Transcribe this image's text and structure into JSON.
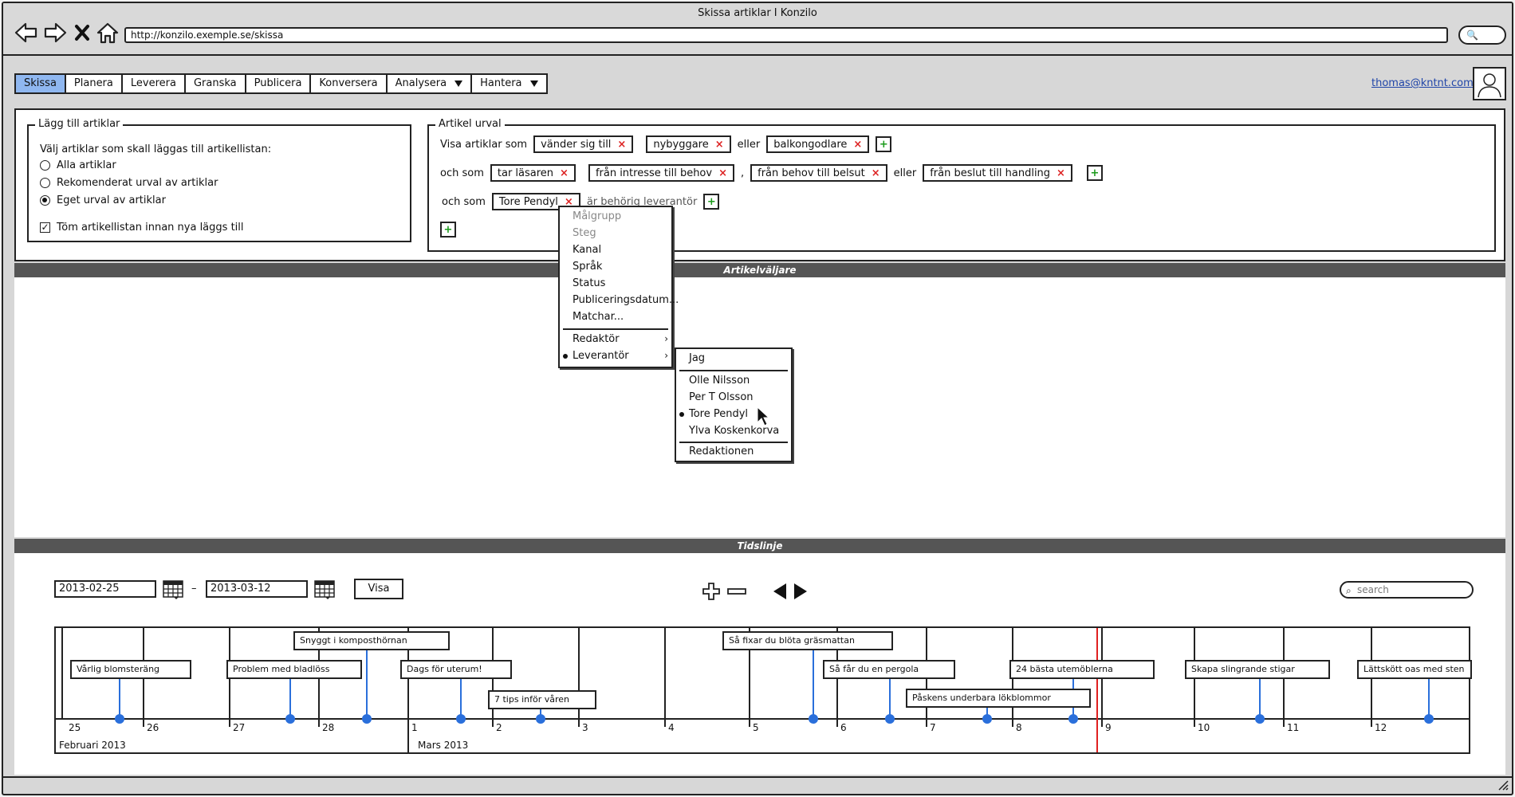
{
  "window": {
    "title": "Skissa artiklar I Konzilo"
  },
  "browser": {
    "url": "http://konzilo.exemple.se/skissa"
  },
  "nav": {
    "tabs": [
      {
        "label": "Skissa",
        "active": true
      },
      {
        "label": "Planera"
      },
      {
        "label": "Leverera"
      },
      {
        "label": "Granska"
      },
      {
        "label": "Publicera"
      },
      {
        "label": "Konversera"
      },
      {
        "label": "Analysera",
        "dropdown": true
      },
      {
        "label": "Hantera",
        "dropdown": true
      }
    ],
    "user_email": "thomas@kntnt.com"
  },
  "add_articles": {
    "legend": "Lägg till artiklar",
    "prompt": "Välj artiklar som skall läggas till artikellistan:",
    "options": [
      {
        "label": "Alla artiklar",
        "selected": false
      },
      {
        "label": "Rekomenderat urval av artiklar",
        "selected": false
      },
      {
        "label": "Eget urval av artiklar",
        "selected": true
      }
    ],
    "clear_label": "Töm artikellistan innan nya läggs till",
    "clear_checked": true
  },
  "selection": {
    "legend": "Artikel urval",
    "row1": {
      "lead": "Visa artiklar som",
      "chips": [
        "vänder sig till",
        "nybyggare",
        "balkongodlare"
      ],
      "sep": "eller"
    },
    "row2": {
      "lead": "och som",
      "chips": [
        "tar läsaren",
        "från intresse till behov",
        "från behov till belsut",
        "från beslut till handling"
      ],
      "comma": ",",
      "sep": "eller"
    },
    "row3": {
      "lead": "och som",
      "chip": "Tore Pendyl",
      "after": "är behörig leverantör"
    },
    "remove_symbol": "×",
    "add_symbol": "+"
  },
  "article_picker": {
    "title": "Artikelväljare"
  },
  "context_menu": {
    "items": [
      {
        "label": "Målgrupp",
        "disabled": true
      },
      {
        "label": "Steg",
        "disabled": true
      },
      {
        "label": "Kanal"
      },
      {
        "label": "Språk"
      },
      {
        "label": "Status"
      },
      {
        "label": "Publiceringsdatum..."
      },
      {
        "label": "Matchar..."
      }
    ],
    "submenus": [
      {
        "label": "Redaktör",
        "arrow": "›"
      },
      {
        "label": "Leverantör",
        "arrow": "›",
        "selected": true
      }
    ]
  },
  "supplier_menu": {
    "first": "Jag",
    "people": [
      {
        "label": "Olle Nilsson"
      },
      {
        "label": "Per T Olsson"
      },
      {
        "label": "Tore Pendyl",
        "selected": true
      },
      {
        "label": "Ylva Koskenkorva"
      }
    ],
    "last": "Redaktionen"
  },
  "timeline": {
    "title": "Tidslinje",
    "date_from": "2013-02-25",
    "date_sep": "–",
    "date_to": "2013-03-12",
    "show_label": "Visa",
    "search_placeholder": "search",
    "days": [
      "25",
      "26",
      "27",
      "28",
      "1",
      "2",
      "3",
      "4",
      "5",
      "6",
      "7",
      "8",
      "9",
      "10",
      "11",
      "12"
    ],
    "months": [
      "Februari 2013",
      "Mars 2013"
    ],
    "events": [
      {
        "label": "Vårlig blomsteräng"
      },
      {
        "label": "Problem med bladlöss"
      },
      {
        "label": "Snyggt i komposthörnan"
      },
      {
        "label": "Dags för uterum!"
      },
      {
        "label": "7 tips inför våren"
      },
      {
        "label": "Så fixar du blöta gräsmattan"
      },
      {
        "label": "Så får du en pergola"
      },
      {
        "label": "Påskens underbara lökblommor"
      },
      {
        "label": "24 bästa utemöblerna"
      },
      {
        "label": "Skapa slingrande stigar"
      },
      {
        "label": "Lättskött oas med sten"
      }
    ],
    "accent_color": "#2a6fdb",
    "now_color": "#e02020"
  }
}
